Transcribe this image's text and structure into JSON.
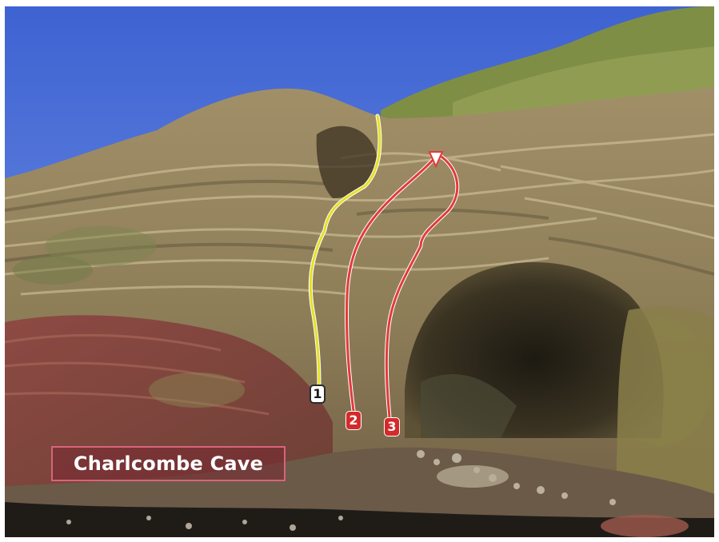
{
  "photo": {
    "subject": "sea cliff with cave entrance",
    "colors": {
      "sky": "#4f74d8",
      "rock_tan": "#9c8a63",
      "rock_red": "#8a4b44",
      "cave_dark": "#2a2518",
      "grass": "#8a9a4e",
      "route_yellow": "#e6df22",
      "route_red": "#e23a3a"
    }
  },
  "routes": [
    {
      "number": "1",
      "color": "#e6df22"
    },
    {
      "number": "2",
      "color": "#e23a3a"
    },
    {
      "number": "3",
      "color": "#e23a3a"
    }
  ],
  "caption": {
    "text": "Charlcombe Cave"
  }
}
